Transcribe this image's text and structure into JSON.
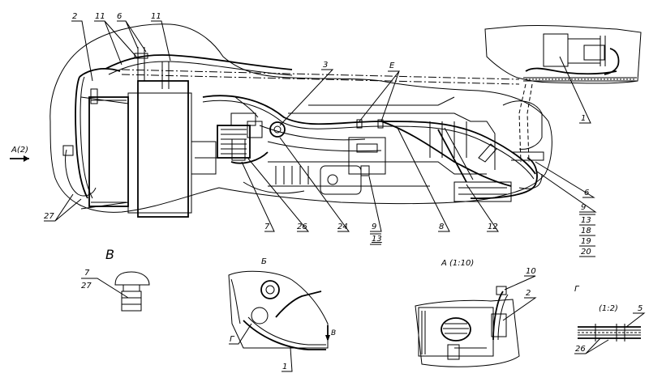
{
  "callouts": {
    "n1_top": "1",
    "n2_top": "2",
    "n3": "3",
    "n6_top": "6",
    "n7": "7",
    "n8": "8",
    "n9_mid": "9",
    "n11_a": "11",
    "n11_b": "11",
    "n12": "12",
    "n13_mid": "13",
    "n24": "24",
    "n26": "26",
    "n27": "27",
    "nE": "E",
    "n6_right": "6",
    "n9_right": "9",
    "n13_right": "13",
    "n18": "18",
    "n19": "19",
    "n20": "20"
  },
  "arrow_label": "A(2)",
  "view_v": {
    "title": "В",
    "n7": "7",
    "n27": "27"
  },
  "view_b": {
    "title": "Б",
    "arrow": "В",
    "g": "Г",
    "n1": "1"
  },
  "view_a": {
    "title": "A (1:10)",
    "n10": "10",
    "n2": "2"
  },
  "view_g": {
    "title": "Г",
    "scale": "(1:2)",
    "n5": "5",
    "n26": "26"
  }
}
